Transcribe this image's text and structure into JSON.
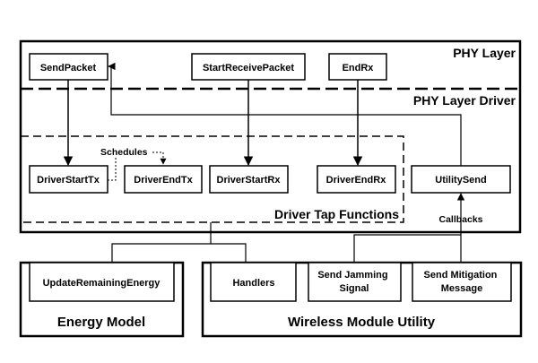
{
  "regions": {
    "phy_layer": "PHY Layer",
    "phy_layer_driver": "PHY Layer Driver",
    "driver_tap_functions": "Driver Tap Functions",
    "energy_model": "Energy Model",
    "wireless_module_utility": "Wireless Module Utility"
  },
  "blocks": {
    "send_packet": "SendPacket",
    "start_receive_packet": "StartReceivePacket",
    "end_rx": "EndRx",
    "driver_start_tx": "DriverStartTx",
    "driver_end_tx": "DriverEndTx",
    "driver_start_rx": "DriverStartRx",
    "driver_end_rx": "DriverEndRx",
    "utility_send": "UtilitySend",
    "update_remaining_energy": "UpdateRemainingEnergy",
    "handlers": "Handlers",
    "send_jamming_signal": [
      "Send Jamming",
      "Signal"
    ],
    "send_mitigation_message": [
      "Send Mitigation",
      "Message"
    ]
  },
  "labels": {
    "schedules": "Schedules",
    "callbacks": "Callbacks"
  }
}
